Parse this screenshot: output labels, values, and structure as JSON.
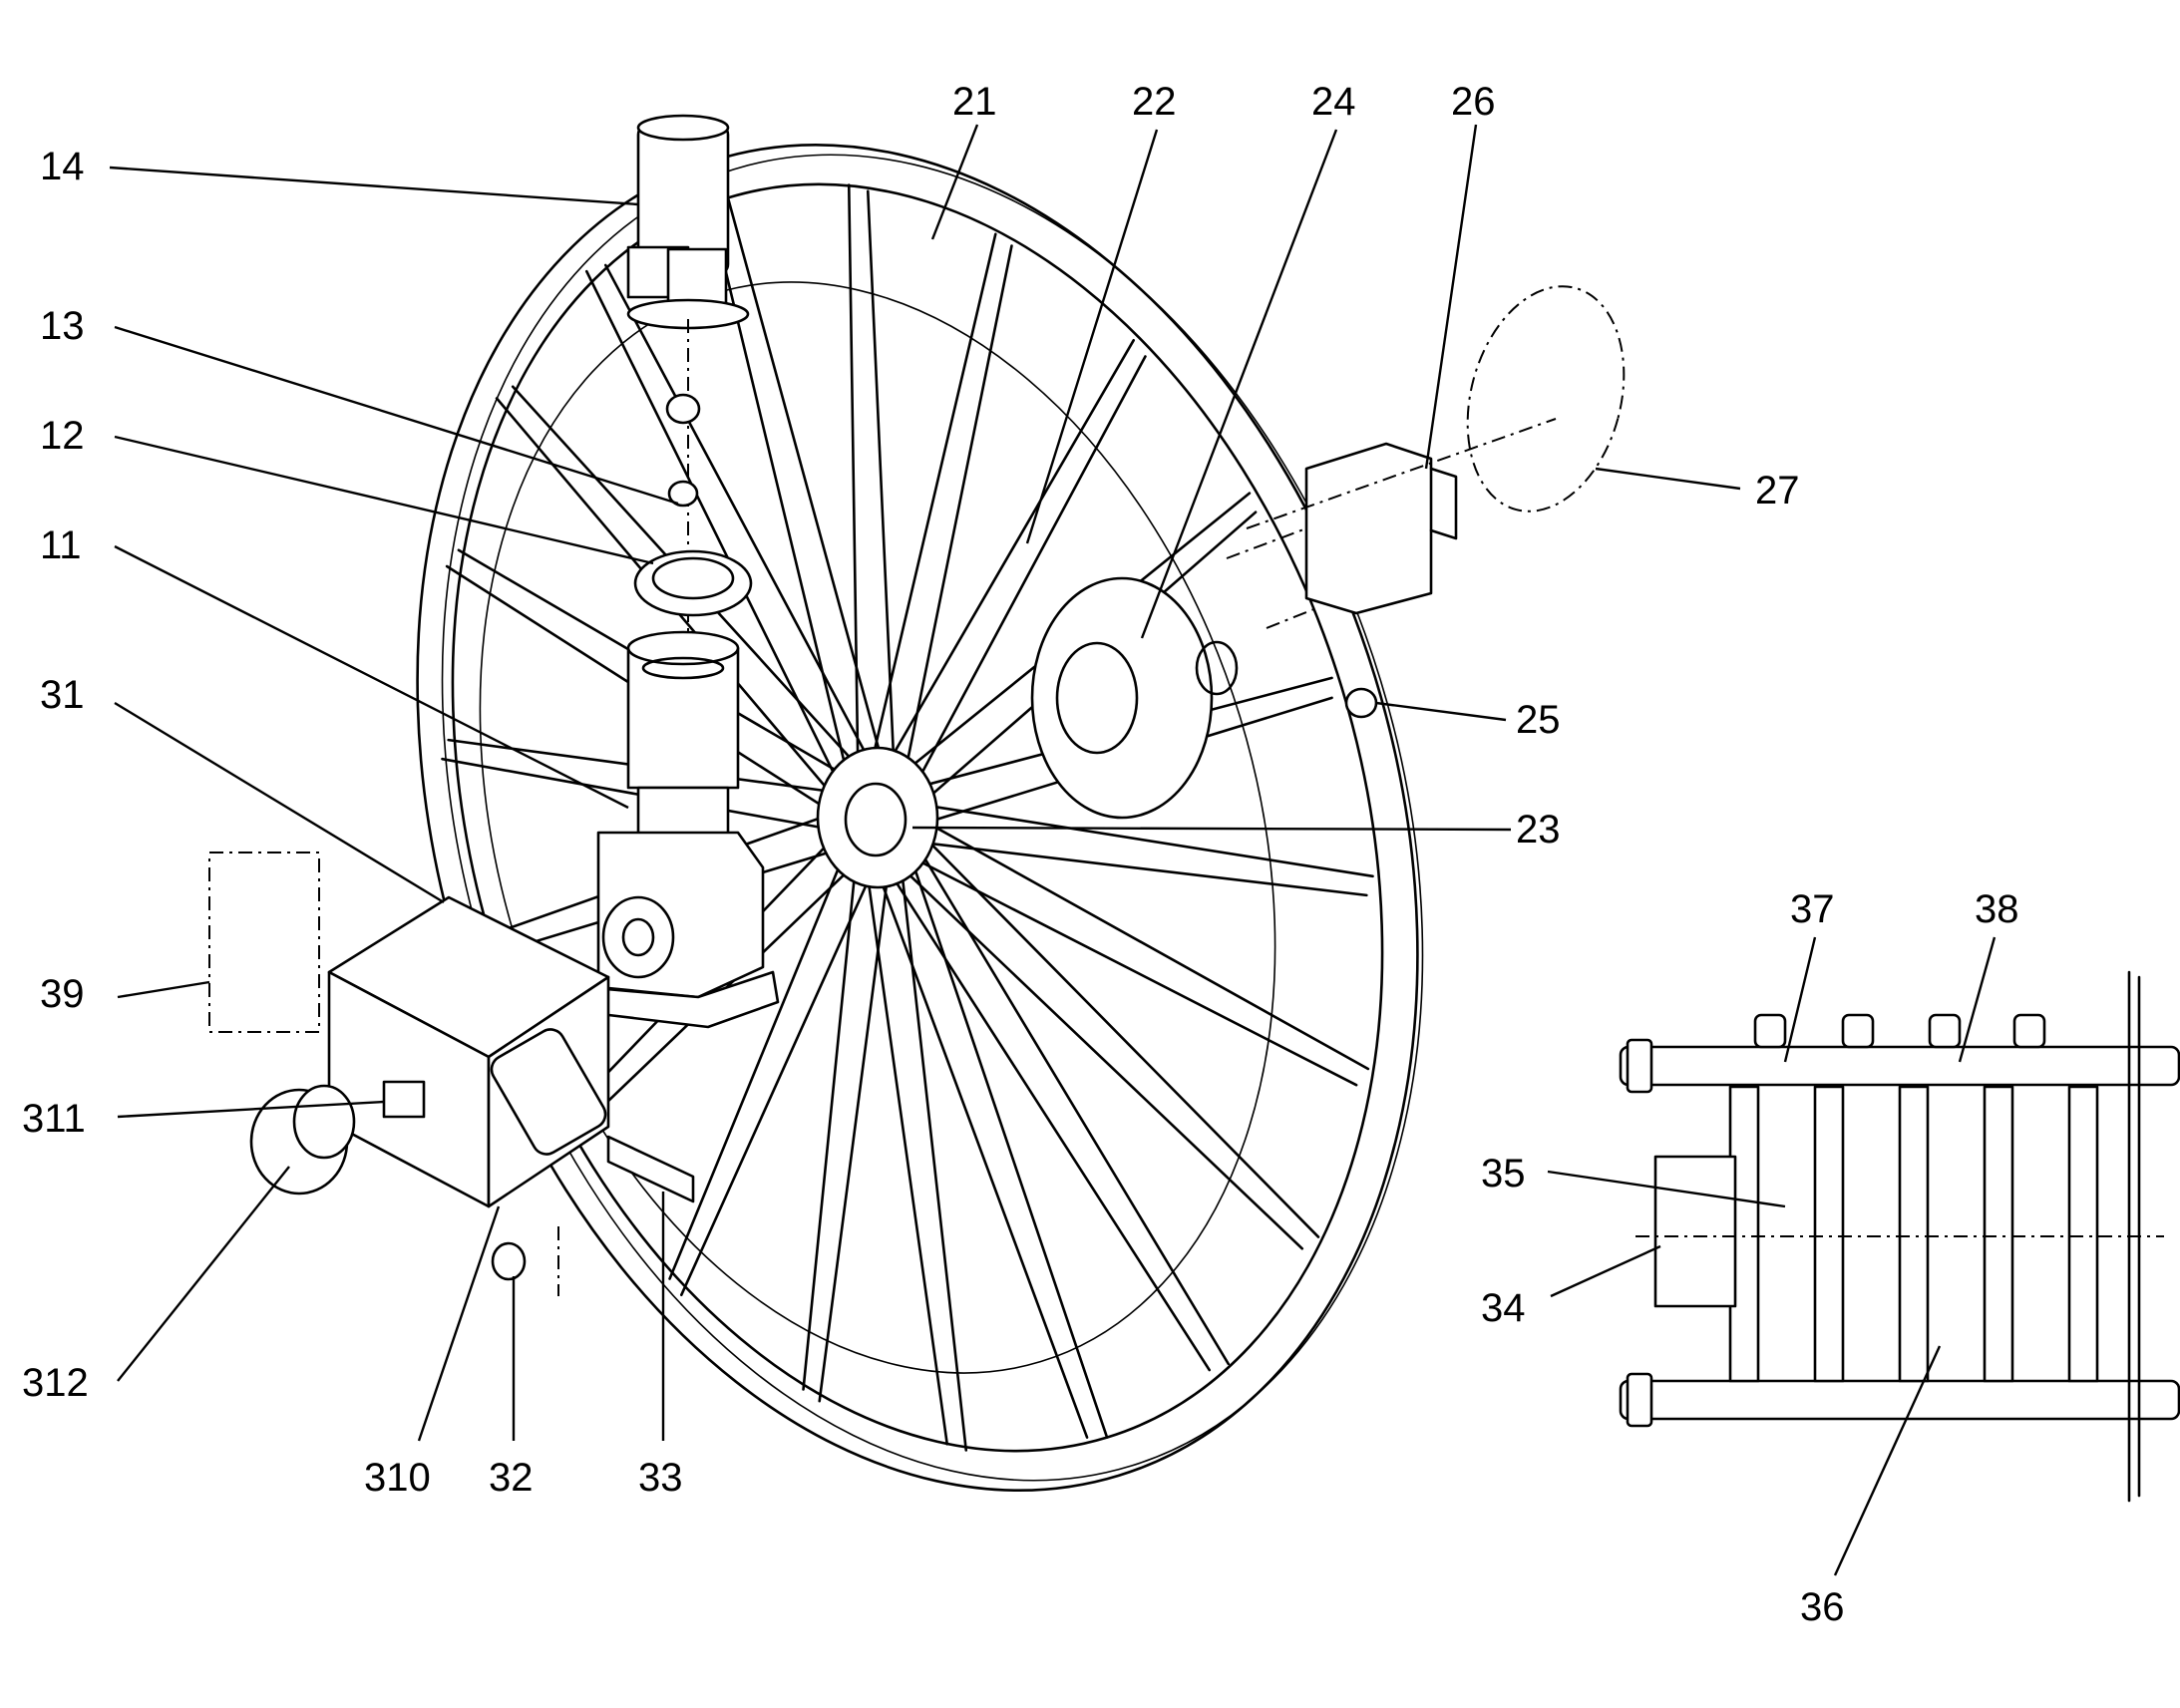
{
  "labels": [
    {
      "id": "14",
      "text": "14"
    },
    {
      "id": "13",
      "text": "13"
    },
    {
      "id": "12",
      "text": "12"
    },
    {
      "id": "11",
      "text": "11"
    },
    {
      "id": "31",
      "text": "31"
    },
    {
      "id": "39",
      "text": "39"
    },
    {
      "id": "311",
      "text": "311"
    },
    {
      "id": "312",
      "text": "312"
    },
    {
      "id": "310",
      "text": "310"
    },
    {
      "id": "32",
      "text": "32"
    },
    {
      "id": "33",
      "text": "33"
    },
    {
      "id": "21",
      "text": "21"
    },
    {
      "id": "22",
      "text": "22"
    },
    {
      "id": "24",
      "text": "24"
    },
    {
      "id": "26",
      "text": "26"
    },
    {
      "id": "27",
      "text": "27"
    },
    {
      "id": "25",
      "text": "25"
    },
    {
      "id": "23",
      "text": "23"
    },
    {
      "id": "37",
      "text": "37"
    },
    {
      "id": "38",
      "text": "38"
    },
    {
      "id": "35",
      "text": "35"
    },
    {
      "id": "34",
      "text": "34"
    },
    {
      "id": "36",
      "text": "36"
    }
  ]
}
